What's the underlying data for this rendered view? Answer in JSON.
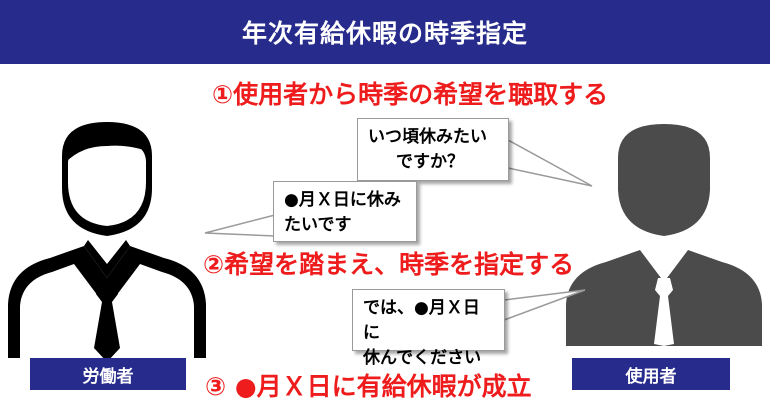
{
  "header": {
    "title": "年次有給休暇の時季指定"
  },
  "steps": {
    "step1": "①使用者から時季の希望を聴取する",
    "step2": "②希望を踏まえ、時季を指定する",
    "step3": "③ ●月Ｘ日に有給休暇が成立"
  },
  "bubbles": {
    "when": {
      "line1": "いつ頃休みたい",
      "line2": "ですか？"
    },
    "want": {
      "line1": "●月Ｘ日に休み",
      "line2": "たいです"
    },
    "take": {
      "line1": "では、●月Ｘ日に",
      "line2": "休んでください"
    }
  },
  "labels": {
    "worker": "労働者",
    "employer": "使用者"
  },
  "colors": {
    "navy": "#262b8c",
    "red": "#ee1c1c",
    "worker": "#000000",
    "employer": "#4b4b4b"
  },
  "icons": {
    "worker": "person-with-tie-icon",
    "employer": "person-silhouette-icon"
  }
}
